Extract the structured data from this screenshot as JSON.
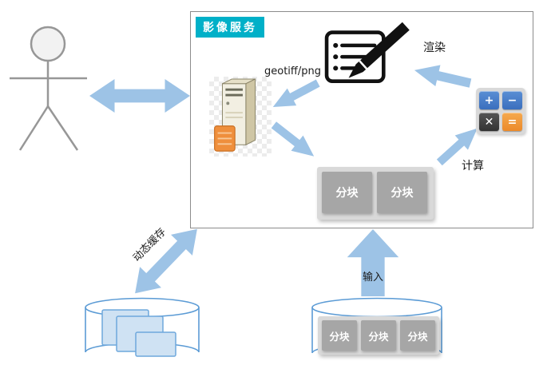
{
  "service_box": {
    "label": "影像服务"
  },
  "labels": {
    "geotiff": "geotiff/png",
    "render": "渲染",
    "compute": "计算",
    "dynamic_cache": "动态缓存",
    "input": "输入"
  },
  "calculator": {
    "buttons": [
      "+",
      "−",
      "✕",
      "="
    ]
  },
  "tiles_inner": [
    {
      "label": "分块"
    },
    {
      "label": "分块"
    }
  ],
  "tiles_source": [
    {
      "label": "分块"
    },
    {
      "label": "分块"
    },
    {
      "label": "分块"
    }
  ],
  "icons": {
    "user": "user-icon",
    "notepad": "notepad-edit-icon",
    "server": "server-icon",
    "calculator": "calculator-icon",
    "cache_database": "cache-database-icon",
    "source_database": "source-database-icon",
    "cache_pages": "cache-pages-icon"
  },
  "colors": {
    "arrow_blue": "#9DC3E6",
    "service_label_bg": "#00B0C8",
    "tile_gray": "#A6A6A6",
    "tile_container_gray": "#D9D9D9",
    "cylinder_stroke": "#5B9BD5",
    "cache_page_fill": "#CFE2F3",
    "calc_plus": "#3A6FBE",
    "calc_minus": "#3A6FBE",
    "calc_times": "#3B3B3B",
    "calc_equals": "#EC8A2A"
  }
}
